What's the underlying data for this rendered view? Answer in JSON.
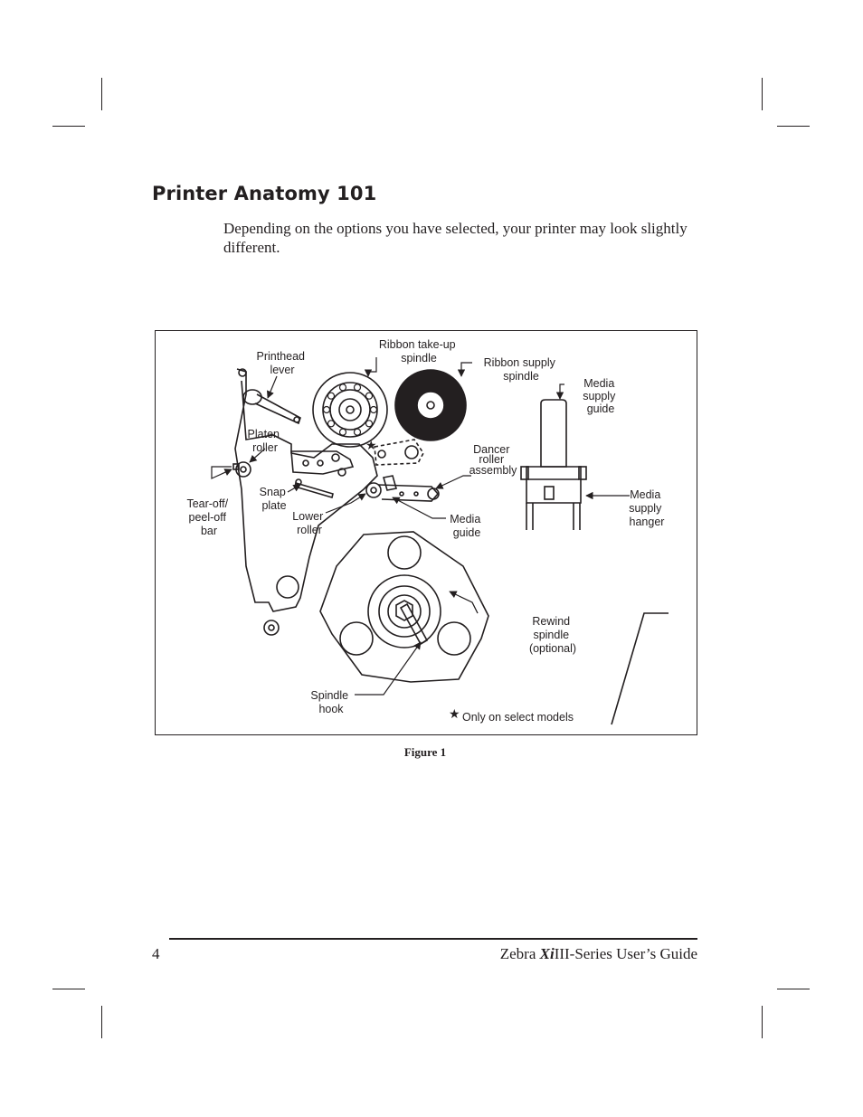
{
  "page": {
    "title": "Printer Anatomy 101",
    "intro": "Depending on the options you have selected, your printer may look slightly different.",
    "caption": "Figure 1",
    "page_number": "4",
    "footer": {
      "brand": "Zebra",
      "model": "Xi",
      "rest": "III-Series User’s Guide"
    }
  },
  "figure": {
    "labels": {
      "printhead_1": "Printhead",
      "printhead_2": "lever",
      "ribbon_takeup_1": "Ribbon take-up",
      "ribbon_takeup_2": "spindle",
      "ribbon_supply_1": "Ribbon supply",
      "ribbon_supply_2": "spindle",
      "media_supply_guide_1": "Media",
      "media_supply_guide_2": "supply",
      "media_supply_guide_3": "guide",
      "platen_1": "Platen",
      "platen_2": "roller",
      "dancer_1": "Dancer",
      "dancer_2": "roller",
      "dancer_3": "assembly",
      "snap_1": "Snap",
      "snap_2": "plate",
      "tearoff_1": "Tear-off/",
      "tearoff_2": "peel-off",
      "tearoff_3": "bar",
      "lower_1": "Lower",
      "lower_2": "roller",
      "media_guide_1": "Media",
      "media_guide_2": "guide",
      "hanger_1": "Media",
      "hanger_2": "supply",
      "hanger_3": "hanger",
      "rewind_1": "Rewind",
      "rewind_2": "spindle",
      "rewind_3": "(optional)",
      "hook_1": "Spindle",
      "hook_2": "hook",
      "footnote": "Only on select models"
    }
  }
}
